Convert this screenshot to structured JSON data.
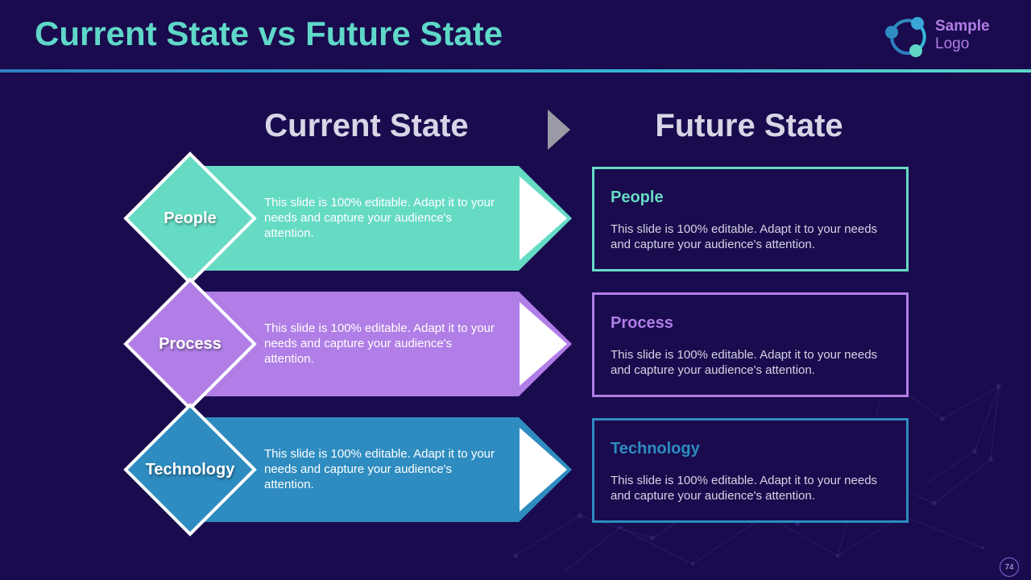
{
  "title": "Current State vs Future State",
  "logo": {
    "line1": "Sample",
    "line2": "Logo"
  },
  "columns": {
    "current": "Current State",
    "future": "Future State"
  },
  "rows": [
    {
      "label": "People",
      "current_text": "This slide is 100% editable. Adapt it to your needs and capture your audience's attention.",
      "future_title": "People",
      "future_text": "This slide is 100% editable. Adapt it to your needs and capture your audience's attention.",
      "color": "#66dbc4",
      "future_color": "#66dbc4"
    },
    {
      "label": "Process",
      "current_text": "This slide is 100% editable. Adapt it to your needs and capture your audience's attention.",
      "future_title": "Process",
      "future_text": "This slide is 100% editable. Adapt it to your needs and capture your audience's attention.",
      "color": "#b07ee6",
      "future_color": "#b07ee6"
    },
    {
      "label": "Technology",
      "current_text": "This slide is 100% editable. Adapt it to your needs and capture your audience's attention.",
      "future_title": "Technology",
      "future_text": "This slide is 100% editable. Adapt it to your needs and capture your audience's attention.",
      "color": "#2e8cc0",
      "future_color": "#2e8cc0"
    }
  ],
  "page_number": "74",
  "colors": {
    "background": "#1a0b4e",
    "title": "#5fd8c8",
    "heading_text": "#d8d6e6",
    "arrow_gray": "#9a9aa6"
  },
  "icons": {
    "column_arrow": "play-triangle-icon",
    "logo": "molecule-logo-icon"
  }
}
